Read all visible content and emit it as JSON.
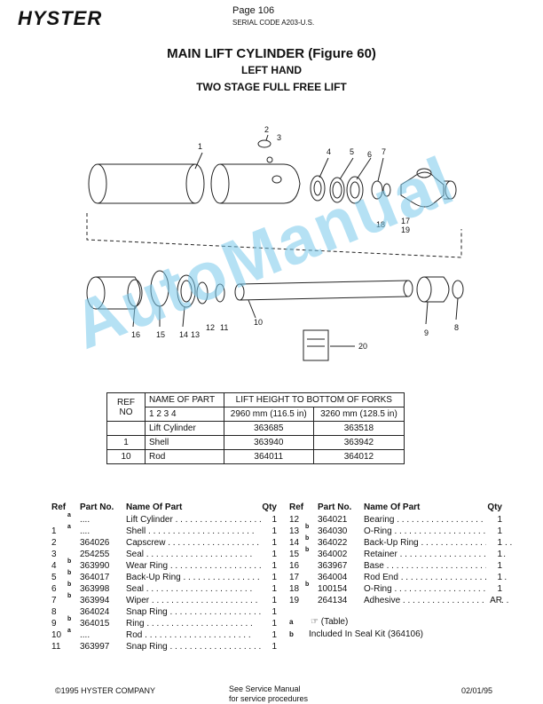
{
  "header": {
    "logo": "HYSTER",
    "page": "Page 106",
    "serial": "SERIAL CODE A203-U.S."
  },
  "title": {
    "line1": "MAIN LIFT CYLINDER (Figure 60)",
    "line2": "LEFT HAND",
    "line3": "TWO STAGE FULL FREE LIFT"
  },
  "figure": {
    "callouts": [
      "1",
      "2",
      "3",
      "4",
      "5",
      "6",
      "7",
      "17",
      "18",
      "19",
      "16",
      "15",
      "14",
      "13",
      "12",
      "11",
      "10",
      "9",
      "8",
      "20"
    ]
  },
  "watermark": "AutoManual",
  "table": {
    "ref_label": "REF NO",
    "name_label": "NAME OF PART",
    "cols_label": "1 2 3 4",
    "lift_label": "LIFT HEIGHT TO BOTTOM OF FORKS",
    "h1": "2960 mm (116.5 in)",
    "h2": "3260 mm (128.5 in)",
    "rows": [
      {
        "ref": "",
        "name": "Lift Cylinder",
        "v1": "363685",
        "v2": "363518"
      },
      {
        "ref": "1",
        "name": "Shell",
        "v1": "363940",
        "v2": "363942"
      },
      {
        "ref": "10",
        "name": "Rod",
        "v1": "364011",
        "v2": "364012"
      }
    ]
  },
  "parts": {
    "headers": {
      "ref": "Ref",
      "part": "Part No.",
      "name": "Name Of Part",
      "qty": "Qty"
    },
    "left": [
      {
        "ref": "",
        "sup": "a",
        "part": "....",
        "name": "Lift Cylinder",
        "qty": "1"
      },
      {
        "ref": "1",
        "sup": "a",
        "part": "....",
        "name": "Shell",
        "qty": "1"
      },
      {
        "ref": "2",
        "sup": "",
        "part": "364026",
        "name": "Capscrew",
        "qty": "1"
      },
      {
        "ref": "3",
        "sup": "",
        "part": "254255",
        "name": "Seal",
        "qty": "1"
      },
      {
        "ref": "4",
        "sup": "b",
        "part": "363990",
        "name": "Wear Ring",
        "qty": "1"
      },
      {
        "ref": "5",
        "sup": "b",
        "part": "364017",
        "name": "Back-Up Ring",
        "qty": "1"
      },
      {
        "ref": "6",
        "sup": "b",
        "part": "363998",
        "name": "Seal",
        "qty": "1"
      },
      {
        "ref": "7",
        "sup": "b",
        "part": "363994",
        "name": "Wiper",
        "qty": "1"
      },
      {
        "ref": "8",
        "sup": "",
        "part": "364024",
        "name": "Snap Ring",
        "qty": "1"
      },
      {
        "ref": "9",
        "sup": "b",
        "part": "364015",
        "name": "Ring",
        "qty": "1"
      },
      {
        "ref": "10",
        "sup": "a",
        "part": "....",
        "name": "Rod",
        "qty": "1"
      },
      {
        "ref": "11",
        "sup": "",
        "part": "363997",
        "name": "Snap Ring",
        "qty": "1"
      }
    ],
    "right": [
      {
        "ref": "12",
        "sup": "",
        "part": "364021",
        "name": "Bearing",
        "qty": "1"
      },
      {
        "ref": "13",
        "sup": "b",
        "part": "364030",
        "name": "O-Ring",
        "qty": "1"
      },
      {
        "ref": "14",
        "sup": "b",
        "part": "364022",
        "name": "Back-Up Ring",
        "qty": "1"
      },
      {
        "ref": "15",
        "sup": "b",
        "part": "364002",
        "name": "Retainer",
        "qty": "1"
      },
      {
        "ref": "16",
        "sup": "",
        "part": "363967",
        "name": "Base",
        "qty": "1"
      },
      {
        "ref": "17",
        "sup": "",
        "part": "364004",
        "name": "Rod End",
        "qty": "1"
      },
      {
        "ref": "18",
        "sup": "b",
        "part": "100154",
        "name": "O-Ring",
        "qty": "1"
      },
      {
        "ref": "19",
        "sup": "",
        "part": "264134",
        "name": "Adhesive",
        "qty": "AR"
      }
    ]
  },
  "notes": [
    {
      "mark": "a",
      "text": "(Table)"
    },
    {
      "mark": "b",
      "text": "Included In Seal Kit (364106)"
    }
  ],
  "footer": {
    "left": "©1995 HYSTER COMPANY",
    "mid1": "See Service Manual",
    "mid2": "for service procedures",
    "right": "02/01/95"
  }
}
